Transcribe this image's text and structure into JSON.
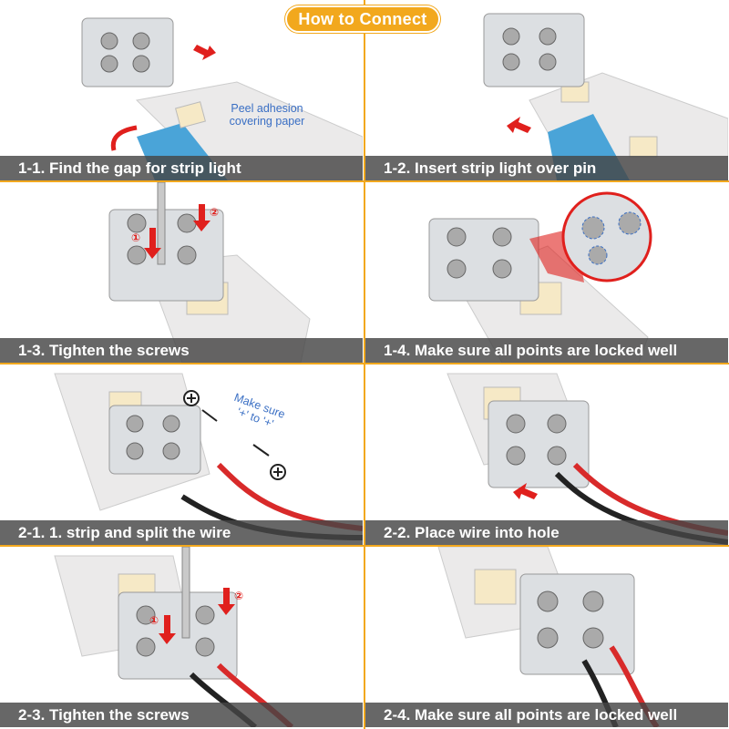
{
  "header": {
    "title": "How to Connect"
  },
  "colors": {
    "accent": "#f2a81d",
    "arrow": "#e0201d",
    "caption_bg": "#464646",
    "note_text": "#3a6fc4"
  },
  "panels": [
    {
      "caption": "1-1. Find the gap for strip light",
      "note": "Peel adhesion covering paper"
    },
    {
      "caption": "1-2. Insert strip light over pin"
    },
    {
      "caption": "1-3.  Tighten the screws",
      "step1": "①",
      "step2": "②"
    },
    {
      "caption": "1-4. Make sure all points are locked well"
    },
    {
      "caption": "2-1. 1. strip and split the wire",
      "note": "Make sure '+' to '+'"
    },
    {
      "caption": "2-2. Place wire into hole"
    },
    {
      "caption": "2-3.  Tighten the screws",
      "step1": "①",
      "step2": "②"
    },
    {
      "caption": "2-4. Make sure all points are locked well"
    }
  ]
}
